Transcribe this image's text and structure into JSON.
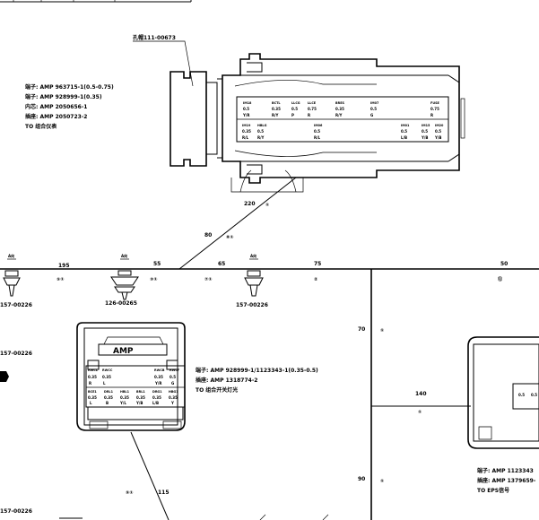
{
  "top_connector": {
    "part_label": "孔帽111-00673",
    "spec_lines": [
      "端子: AMP 963715-1(0.5-0.75)",
      "端子: AMP 928999-1(0.35)",
      "内芯: AMP 2050656-1",
      "插座: AMP 2050723-2",
      "TO 组合仪表"
    ],
    "pins_top": [
      {
        "id": "IM18",
        "size": "0.5",
        "color": "Y/R"
      },
      {
        "id": "BCTL",
        "size": "0.35",
        "color": "R/Y"
      },
      {
        "id": "LLCG",
        "size": "0.5",
        "color": "P"
      },
      {
        "id": "LLCE",
        "size": "0.75",
        "color": "R"
      },
      {
        "id": "BRES",
        "size": "0.35",
        "color": "R/Y"
      },
      {
        "id": "IM07",
        "size": "0.5",
        "color": "G"
      },
      {
        "id": "FUSE",
        "size": "0.75",
        "color": "R"
      }
    ],
    "pins_bottom": [
      {
        "id": "IM19",
        "size": "0.35",
        "color": "R/L"
      },
      {
        "id": "HBLG",
        "size": "0.5",
        "color": "R/Y"
      },
      {
        "id": "IM06",
        "size": "0.5",
        "color": "R/L"
      },
      {
        "id": "IM01",
        "size": "0.5",
        "color": "L/B"
      },
      {
        "id": "IM15",
        "size": "0.5",
        "color": "Y/B"
      },
      {
        "id": "IM20",
        "size": "0.5",
        "color": "Y/B"
      }
    ],
    "dim_220": "220",
    "circle_220": "①"
  },
  "main_trunk": {
    "segments": [
      {
        "label": "195",
        "circles": "⑤①"
      },
      {
        "label": "55",
        "circles": "③①"
      },
      {
        "label": "65",
        "circles": "⑦①"
      },
      {
        "label": "75",
        "circles": "②"
      },
      {
        "label": "50",
        "circles": "⑫"
      }
    ],
    "branch_80": "80",
    "branch_80_circles": "⑧①",
    "a_marks": [
      "A向",
      "A向",
      "A向"
    ]
  },
  "clips": [
    {
      "label": "157-00226"
    },
    {
      "label": "126-00265"
    },
    {
      "label": "157-00226"
    }
  ],
  "left_labels": [
    "157-00226",
    "157-00226"
  ],
  "middle_connector": {
    "brand": "AMP",
    "spec_lines": [
      "端子: AMP 928999-1/1123343-1(0.35-0.5)",
      "插座: AMP 1318774-2",
      "TO 组合开关灯光"
    ],
    "pins_top": [
      {
        "id": "RWCL",
        "size": "0.35",
        "color": "R"
      },
      {
        "id": "RWCC",
        "size": "0.35",
        "color": "L"
      },
      {
        "id": "RWCB",
        "size": "0.35",
        "color": "Y/R"
      },
      {
        "id": "RWCF",
        "size": "0.5",
        "color": "G"
      }
    ],
    "pins_bottom": [
      {
        "id": "BCE1",
        "size": "0.35",
        "color": "L"
      },
      {
        "id": "DRL1",
        "size": "0.35",
        "color": "B"
      },
      {
        "id": "HBL1",
        "size": "0.35",
        "color": "Y/L"
      },
      {
        "id": "BRL1",
        "size": "0.35",
        "color": "Y/B"
      },
      {
        "id": "DRG1",
        "size": "0.35",
        "color": "L/B"
      },
      {
        "id": "HBG1",
        "size": "0.35",
        "color": "Y"
      }
    ],
    "dim_115": "115",
    "circle_115": "⑨①"
  },
  "right_branch": {
    "dim_70": "70",
    "circle_70": "①",
    "dim_140": "140",
    "circle_140": "①",
    "dim_90": "90",
    "circle_90": "①"
  },
  "right_connector": {
    "spec_lines": [
      "端子: AMP 1123343",
      "插座: AMP 1379659-",
      "TO EPS信号"
    ],
    "pin_sizes": [
      "0.5",
      "0.5"
    ]
  }
}
